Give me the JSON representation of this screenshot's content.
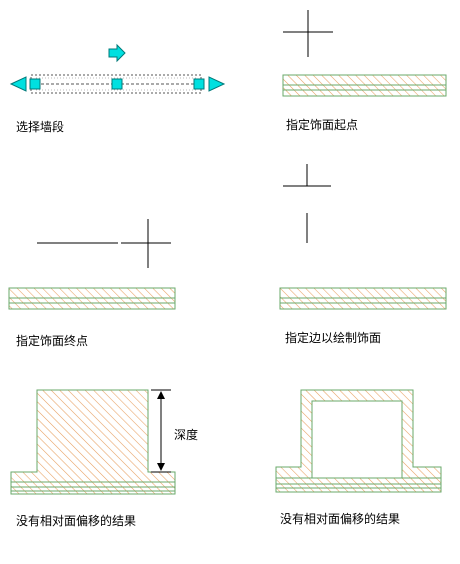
{
  "captions": {
    "select_wall_segment": "选择墙段",
    "specify_start_point": "指定饰面起点",
    "specify_end_point": "指定饰面终点",
    "specify_side": "指定边以绘制饰面",
    "result_no_offset_left": "没有相对面偏移的结果",
    "result_no_offset_right": "没有相对面偏移的结果",
    "depth_label": "深度"
  },
  "colors": {
    "hatch": "#e8a060",
    "wall_border": "#6aa86a",
    "grip_fill": "#00e0e0",
    "grip_stroke": "#007a7a",
    "line": "#000000"
  }
}
